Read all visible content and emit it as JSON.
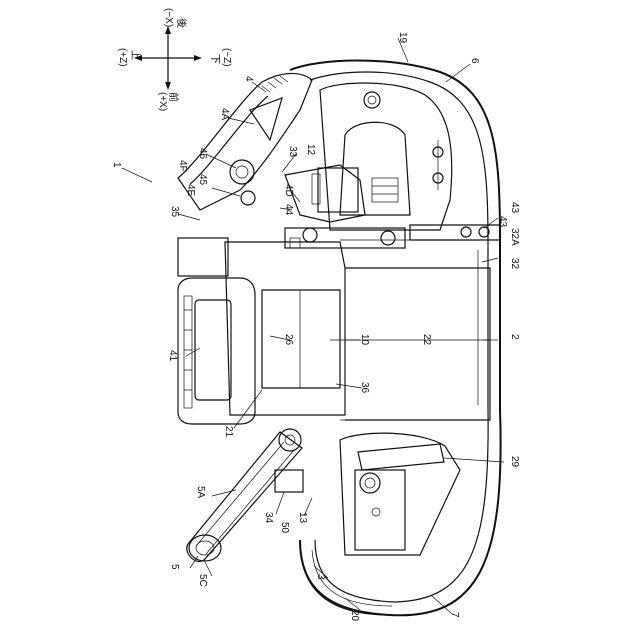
{
  "figure": {
    "main_ref": "1",
    "direction_indicator": {
      "top": {
        "label": "後",
        "axis": "(−X)"
      },
      "bottom": {
        "label": "前",
        "axis": "(+X)"
      },
      "left": {
        "label": "上",
        "axis": "(+Z)"
      },
      "right": {
        "label": "下",
        "axis": "(−Z)"
      }
    },
    "refs": {
      "r19": "19",
      "r6": "6",
      "r4": "4",
      "r4A": "4A",
      "r46": "46",
      "r4F": "4F",
      "r45": "45",
      "r4E": "4E",
      "r35": "35",
      "r33": "33",
      "r12": "12",
      "r4D": "4D",
      "r44": "44",
      "r43a": "43",
      "r43b": "43",
      "r32A": "32A",
      "r32": "32",
      "r41": "41",
      "r26": "26",
      "r10": "10",
      "r22": "22",
      "r2": "2",
      "r36": "36",
      "r21": "21",
      "r29": "29",
      "r5A": "5A",
      "r34": "34",
      "r50": "50",
      "r13": "13",
      "r5": "5",
      "r5C": "5C",
      "r3": "3",
      "r20": "20",
      "r7": "7"
    }
  }
}
